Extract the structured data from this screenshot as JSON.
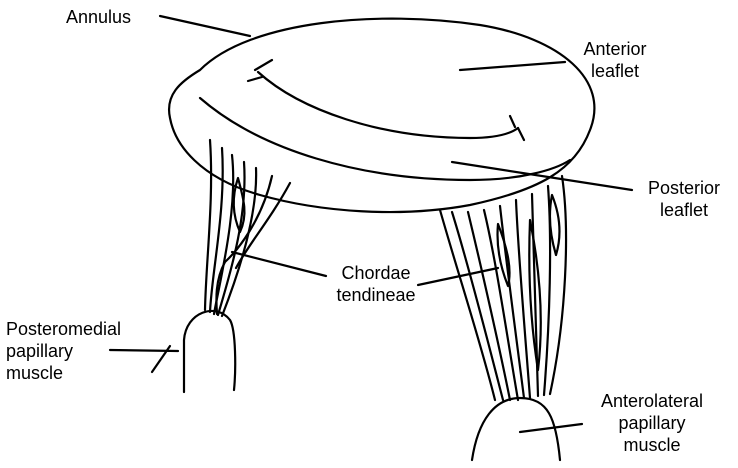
{
  "labels": {
    "annulus": "Annulus",
    "anterior_leaflet": [
      "Anterior",
      "leaflet"
    ],
    "posterior_leaflet": [
      "Posterior",
      "leaflet"
    ],
    "chordae_tendineae": [
      "Chordae",
      "tendineae"
    ],
    "posteromedial_muscle": [
      "Posteromedial",
      "papillary",
      "muscle"
    ],
    "anterolateral_muscle": [
      "Anterolateral",
      "papillary",
      "muscle"
    ]
  }
}
